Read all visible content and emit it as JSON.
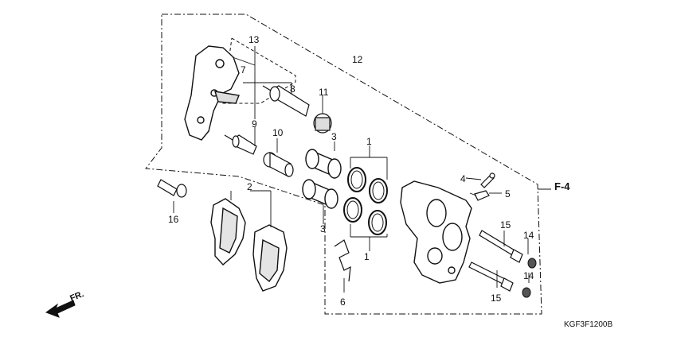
{
  "diagram": {
    "callouts": {
      "p1a": "1",
      "p1b": "1",
      "p2": "2",
      "p3a": "3",
      "p3b": "3",
      "p4": "4",
      "p5": "5",
      "p6": "6",
      "p7": "7",
      "p8": "8",
      "p9": "9",
      "p10": "10",
      "p11": "11",
      "p12": "12",
      "p13": "13",
      "p14a": "14",
      "p14b": "14",
      "p15a": "15",
      "p15b": "15",
      "p16": "16"
    },
    "section_ref": "F-4",
    "direction_label": "FR.",
    "part_code": "KGF3F1200B"
  },
  "colors": {
    "line": "#111111",
    "fill": "#ffffff",
    "shade": "#d8d8d8"
  },
  "icons": {
    "direction": "arrow-left-icon"
  }
}
